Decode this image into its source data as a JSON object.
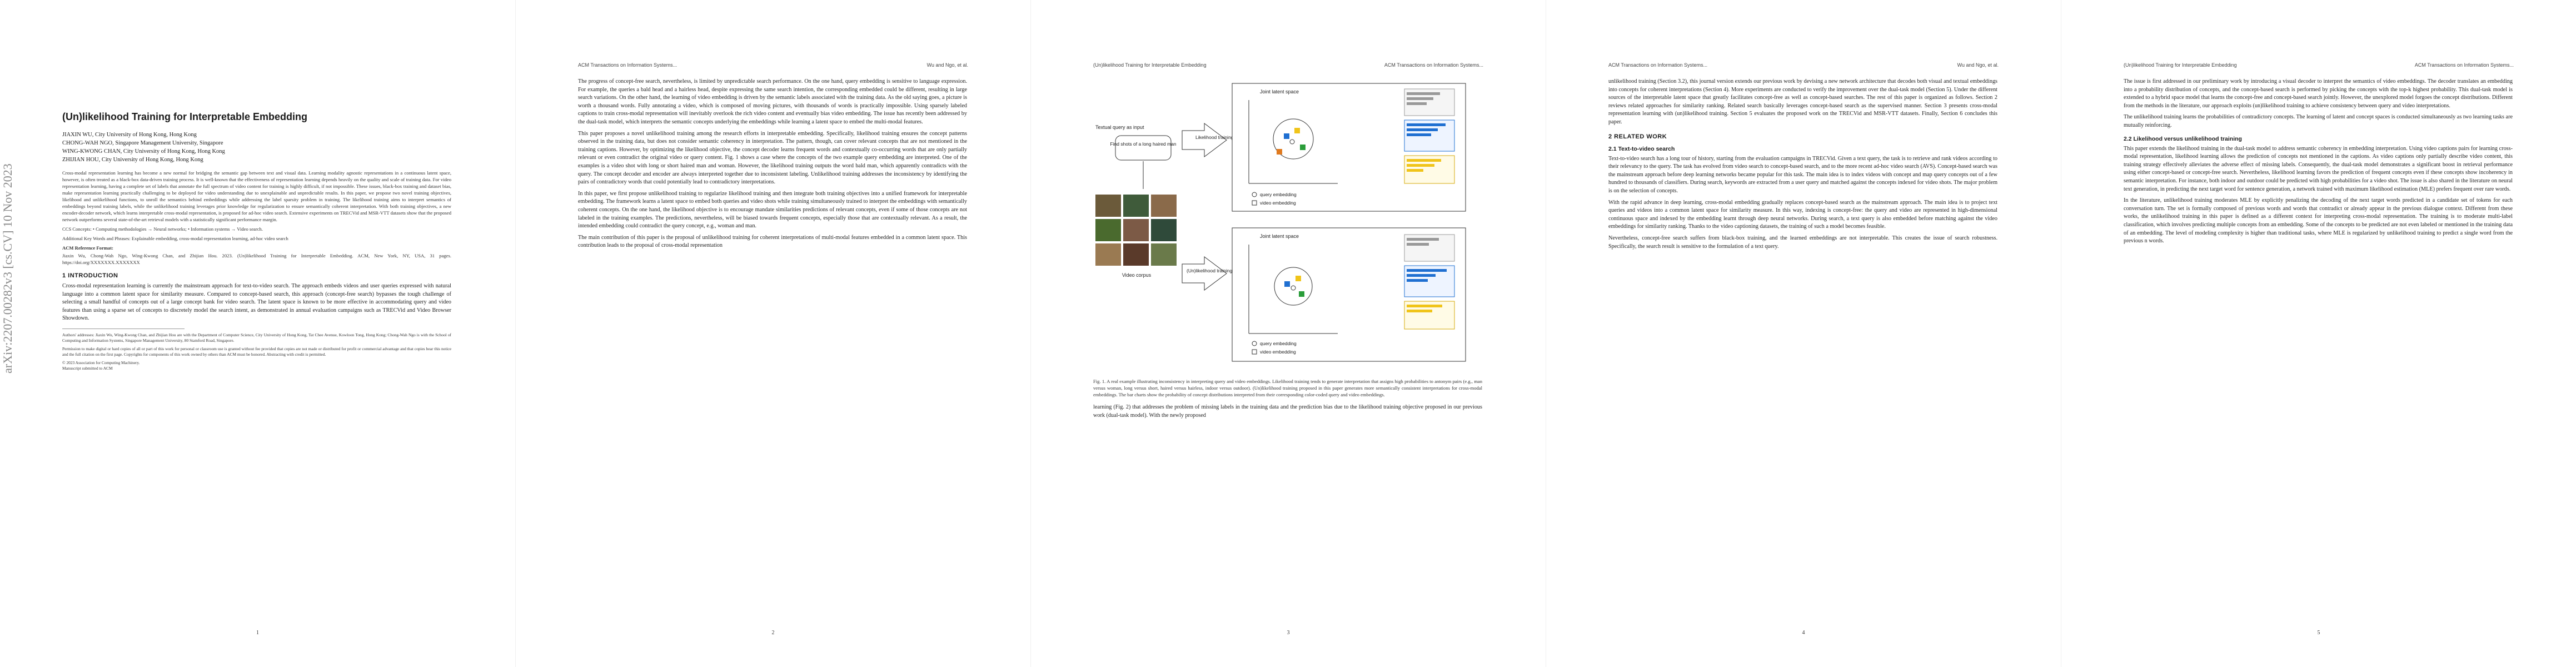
{
  "arxiv_stamp": "arXiv:2207.00282v3  [cs.CV]  10 Nov 2023",
  "running_header": {
    "left": "ACM Transactions on Information Systems...",
    "right": "Wu and Ngo, et al.",
    "title_header": "(Un)likelihood Training for Interpretable Embedding"
  },
  "page1": {
    "title": "(Un)likelihood Training for Interpretable Embedding",
    "authors": [
      "JIAXIN WU, City University of Hong Kong, Hong Kong",
      "CHONG-WAH NGO, Singapore Management University, Singapore",
      "WING-KWONG CHAN, City University of Hong Kong, Hong Kong",
      "ZHIJIAN HOU, City University of Hong Kong, Hong Kong"
    ],
    "abstract": "Cross-modal representation learning has become a new normal for bridging the semantic gap between text and visual data. Learning modality agnostic representations in a continuous latent space, however, is often treated as a black-box data-driven training process. It is well-known that the effectiveness of representation learning depends heavily on the quality and scale of training data. For video representation learning, having a complete set of labels that annotate the full spectrum of video content for training is highly difficult, if not impossible. These issues, black-box training and dataset bias, make representation learning practically challenging to be deployed for video understanding due to unexplainable and unpredictable results. In this paper, we propose two novel training objectives, likelihood and unlikelihood functions, to unroll the semantics behind embeddings while addressing the label sparsity problem in training. The likelihood training aims to interpret semantics of embeddings beyond training labels, while the unlikelihood training leverages prior knowledge for regularization to ensure semantically coherent interpretation. With both training objectives, a new encoder-decoder network, which learns interpretable cross-modal representation, is proposed for ad-hoc video search. Extensive experiments on TRECVid and MSR-VTT datasets show that the proposed network outperforms several state-of-the-art retrieval models with a statistically significant performance margin.",
    "ccs": "CCS Concepts: • Computing methodologies → Neural networks; • Information systems → Video search.",
    "keywords": "Additional Key Words and Phrases: Explainable embedding, cross-modal representation learning, ad-hoc video search",
    "ref_format_head": "ACM Reference Format:",
    "ref_format": "Jiaxin Wu, Chong-Wah Ngo, Wing-Kwong Chan, and Zhijian Hou. 2023. (Un)likelihood Training for Interpretable Embedding. ACM, New York, NY, USA, 31 pages. https://doi.org/XXXXXXX.XXXXXXX",
    "intro_head": "1 INTRODUCTION",
    "intro": "Cross-modal representation learning is currently the mainstream approach for text-to-video search. The approach embeds videos and user queries expressed with natural language into a common latent space for similarity measure. Compared to concept-based search, this approach (concept-free search) bypasses the tough challenge of selecting a small handful of concepts out of a large concept bank for video search. The latent space is known to be more effective in accommodating query and video features than using a sparse set of concepts to discretely model the search intent, as demonstrated in annual evaluation campaigns such as TRECVid and Video Browser Showdown.",
    "footnote_authors": "Authors' addresses: Jiaxin Wu, Wing-Kwong Chan, and Zhijian Hou are with the Department of Computer Science, City University of Hong Kong, Tat Chee Avenue, Kowloon Tong, Hong Kong; Chong-Wah Ngo is with the School of Computing and Information Systems, Singapore Management University, 80 Stamford Road, Singapore.",
    "footnote_perm": "Permission to make digital or hard copies of all or part of this work for personal or classroom use is granted without fee provided that copies are not made or distributed for profit or commercial advantage and that copies bear this notice and the full citation on the first page. Copyrights for components of this work owned by others than ACM must be honored. Abstracting with credit is permitted.",
    "copyright": "© 2023 Association for Computing Machinery.",
    "manuscript": "Manuscript submitted to ACM",
    "pnum": "1"
  },
  "page2": {
    "paras": [
      "The progress of concept-free search, nevertheless, is limited by unpredictable search performance. On the one hand, query embedding is sensitive to language expression. For example, the queries a bald head and a hairless head, despite expressing the same search intention, the corresponding embedded could be different, resulting in large search variations. On the other hand, the learning of video embedding is driven by the semantic labels associated with the training data. As the old saying goes, a picture is worth a thousand words. Fully annotating a video, which is composed of moving pictures, with thousands of words is practically impossible. Using sparsely labeled captions to train cross-modal representation will inevitably overlook the rich video content and eventually bias video embedding. The issue has recently been addressed by the dual-task model, which interprets the semantic concepts underlying the embeddings while learning a latent space to embed the multi-modal features.",
      "This paper proposes a novel unlikelihood training among the research efforts in interpretable embedding. Specifically, likelihood training ensures the concept patterns observed in the training data, but does not consider semantic coherency in interpretation. The pattern, though, can cover relevant concepts that are not mentioned in the training captions. However, by optimizing the likelihood objective, the concept decoder learns frequent words and contextually co-occurring words that are only partially relevant or even contradict the original video or query content. Fig. 1 shows a case where the concepts of the two example query embedding are interpreted. One of the examples is a video shot with long or short haired man and woman. However, the likelihood training outputs the word bald man, which apparently contradicts with the query. The concept decoder and encoder are always interpreted together due to inconsistent labeling. Unlikelihood training addresses the inconsistency by identifying the pairs of contradictory words that could potentially lead to contradictory interpretations.",
      "In this paper, we first propose unlikelihood training to regularize likelihood training and then integrate both training objectives into a unified framework for interpretable embedding. The framework learns a latent space to embed both queries and video shots while training simultaneously trained to interpret the embeddings with semantically coherent concepts. On the one hand, the likelihood objective is to encourage mandate similarities predictions of relevant concepts, even if some of those concepts are not labeled in the training examples. The predictions, nevertheless, will be biased towards frequent concepts, especially those that are contextually relevant. As a result, the intended embedding could contradict the query concept, e.g., woman and man.",
      "The main contribution of this paper is the proposal of unlikelihood training for coherent interpretations of multi-modal features embedded in a common latent space. This contribution leads to the proposal of cross-modal representation"
    ],
    "pnum": "2"
  },
  "page3": {
    "fig_labels": {
      "query_input": "Textual query as input",
      "query_text": "Find shots of a long haired man",
      "latent_space": "Joint latent space",
      "likelihood": "Likelihood training",
      "unlikelihood": "(Un)likelihood training",
      "video_corpus": "Video corpus",
      "legend_query": "query embedding",
      "legend_video": "video embedding"
    },
    "caption": "Fig. 1. A real example illustrating inconsistency in interpreting query and video embeddings. Likelihood training tends to generate interpretation that assigns high probabilities to antonym pairs (e.g., man versus woman, long versus short, haired versus hairless, indoor versus outdoor). (Un)likelihood training proposed in this paper generates more semantically consistent interpretations for cross-modal embeddings. The bar charts show the probability of concept distributions interpreted from their corresponding color-coded query and video embeddings.",
    "after": "learning (Fig. 2) that addresses the problem of missing labels in the training data and the prediction bias due to the likelihood training objective proposed in our previous work (dual-task model). With the newly proposed",
    "pnum": "3"
  },
  "page4": {
    "paras": [
      "unlikelihood training (Section 3.2), this journal version extends our previous work by devising a new network architecture that decodes both visual and textual embeddings into concepts for coherent interpretations (Section 4). More experiments are conducted to verify the improvement over the dual-task model (Section 5). Under the different sources of the interpretable latent space that greatly facilitates concept-free as well as concept-based searches. The rest of this paper is organized as follows. Section 2 reviews related approaches for similarity ranking. Related search basically leverages concept-based search as the supervised manner. Section 3 presents cross-modal representation learning with (un)likelihood training. Section 5 evaluates the proposed work on the TRECVid and MSR-VTT datasets. Finally, Section 6 concludes this paper."
    ],
    "sec2_head": "2 RELATED WORK",
    "sec21_head": "2.1 Text-to-video search",
    "paras2": [
      "Text-to-video search has a long tour of history, starting from the evaluation campaigns in TRECVid. Given a text query, the task is to retrieve and rank videos according to their relevancy to the query. The task has evolved from video search to concept-based search, and to the more recent ad-hoc video search (AVS). Concept-based search was the mainstream approach before deep learning networks became popular for this task. The main idea is to index videos with concept and map query concepts out of a few hundred to thousands of classifiers. During search, keywords are extracted from a user query and matched against the concepts indexed for video shots. The major problem is on the selection of concepts.",
      "With the rapid advance in deep learning, cross-modal embedding gradually replaces concept-based search as the mainstream approach. The main idea is to project text queries and videos into a common latent space for similarity measure. In this way, indexing is concept-free: the query and video are represented in high-dimensional continuous space and indexed by the embedding learnt through deep neural networks. During search, a text query is also embedded before matching against the video embeddings for similarity ranking. Thanks to the video captioning datasets, the training of such a model becomes feasible.",
      "Nevertheless, concept-free search suffers from black-box training, and the learned embeddings are not interpretable. This creates the issue of search robustness. Specifically, the search result is sensitive to the formulation of a text query."
    ],
    "pnum": "4"
  },
  "page5": {
    "paras": [
      "The issue is first addressed in our preliminary work by introducing a visual decoder to interpret the semantics of video embeddings. The decoder translates an embedding into a probability distribution of concepts, and the concept-based search is performed by picking the concepts with the top-k highest probability. This dual-task model is extended to a hybrid space model that learns the concept-free and concept-based search jointly. However, the unexplored model forgoes the concept distributions. Different from the methods in the literature, our approach exploits (un)likelihood training to achieve consistency between query and video interpretations.",
      "The unlikelihood training learns the probabilities of contradictory concepts. The learning of latent and concept spaces is conducted simultaneously as two learning tasks are mutually reinforcing."
    ],
    "sec22_head": "2.2 Likelihood versus unlikelihood training",
    "paras2": [
      "This paper extends the likelihood training in the dual-task model to address semantic coherency in embedding interpretation. Using video captions pairs for learning cross-modal representation, likelihood learning allows the prediction of concepts not mentioned in the captions. As video captions only partially describe video content, this training strategy effectively alleviates the adverse effect of missing labels. Consequently, the dual-task model demonstrates a significant boost in retrieval performance using either concept-based or concept-free search. Nevertheless, likelihood learning favors the prediction of frequent concepts even if these concepts show incoherency in semantic interpretation. For instance, both indoor and outdoor could be predicted with high probabilities for a video shot. The issue is also shared in the literature on neural text generation, in predicting the next target word for sentence generation, a network trained with maximum likelihood estimation (MLE) prefers frequent over rare words.",
      "In the literature, unlikelihood training moderates MLE by explicitly penalizing the decoding of the next target words predicted in a candidate set of tokens for each conversation turn. The set is formally composed of previous words and words that contradict or already appear in the previous dialogue context. Different from these works, the unlikelihood training in this paper is defined as a different context for interpreting cross-modal representation. The training is to moderate multi-label classification, which involves predicting multiple concepts from an embedding. Some of the concepts to be predicted are not even labeled or mentioned in the training data of an embedding. The level of modeling complexity is higher than traditional tasks, where MLE is regularized by unlikelihood training to predict a single word from the previous n words."
    ],
    "pnum": "5"
  }
}
